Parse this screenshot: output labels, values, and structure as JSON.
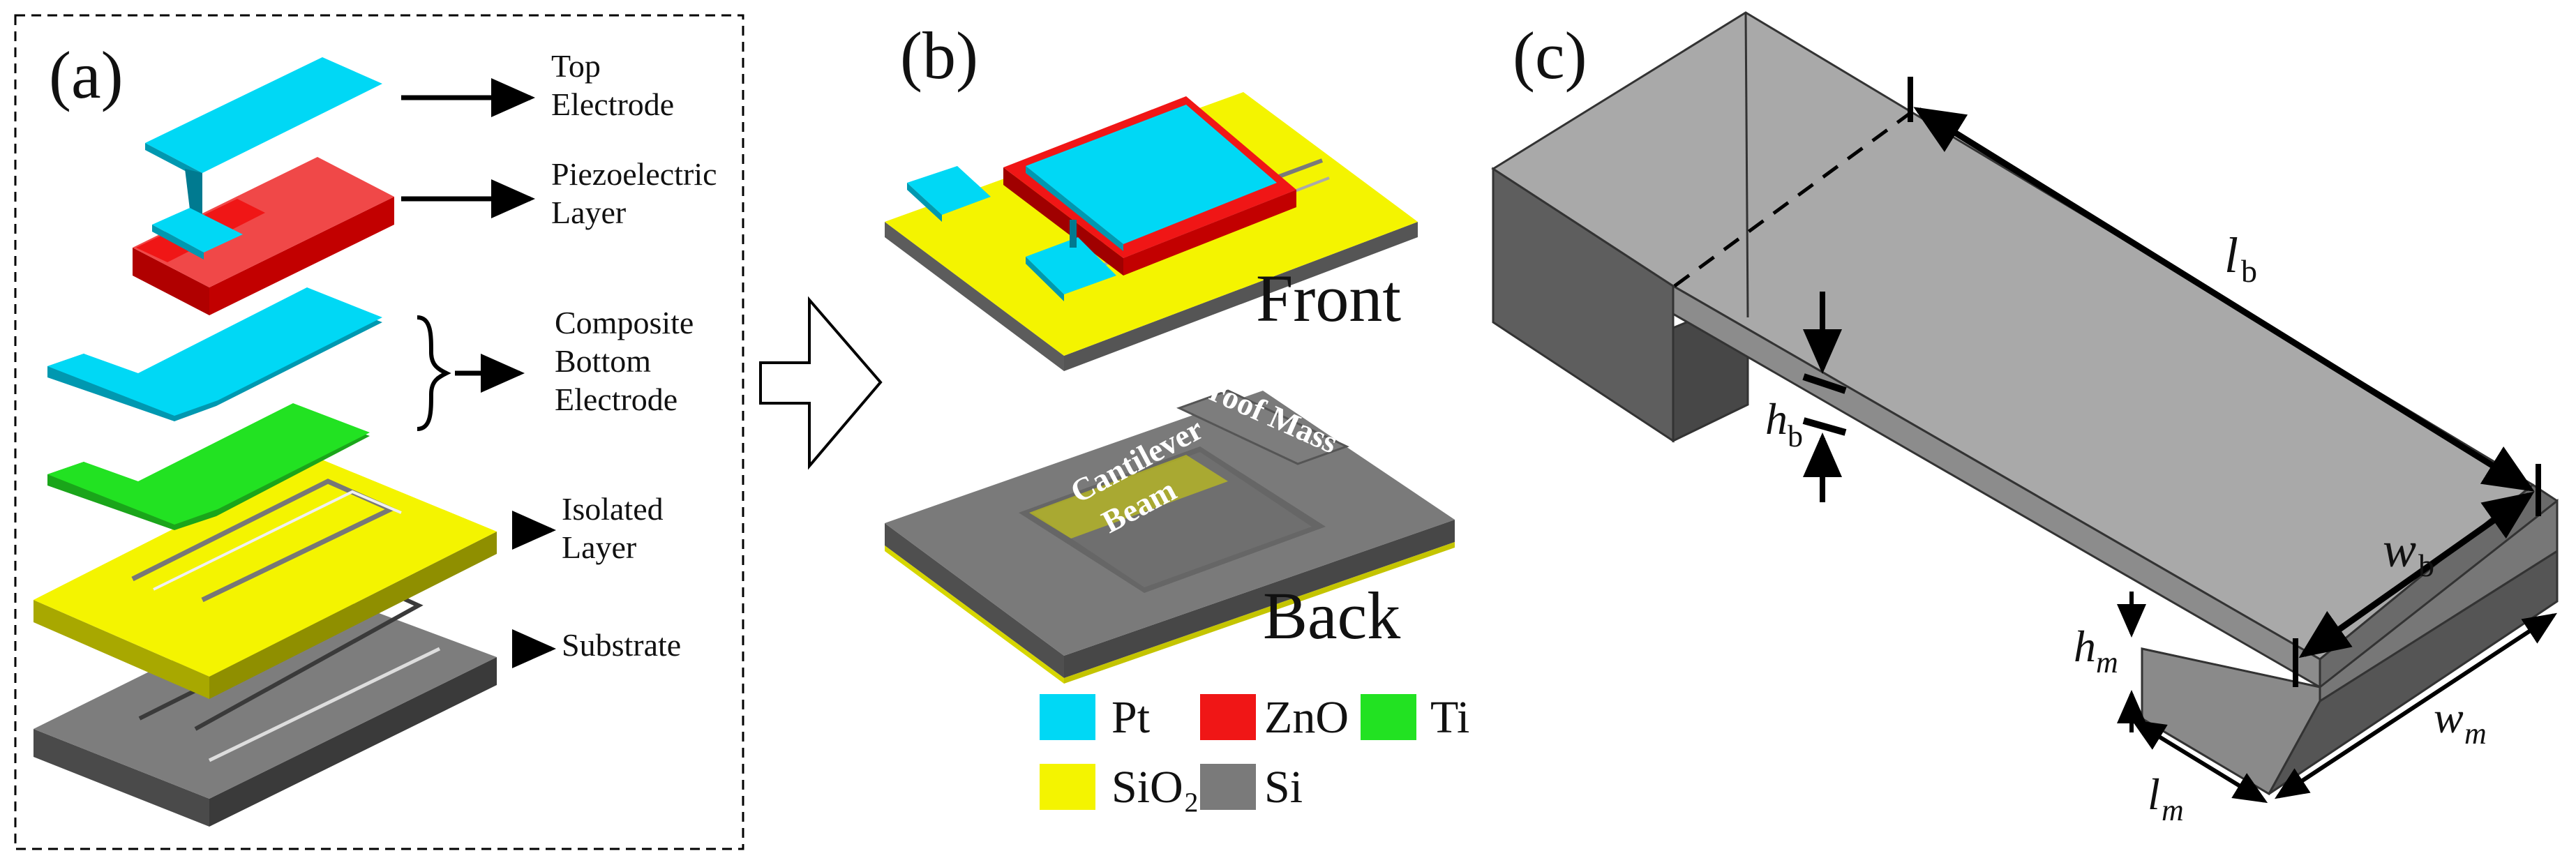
{
  "panel_a": {
    "label": "(a)",
    "layers": [
      {
        "line1": "Top",
        "line2": "Electrode"
      },
      {
        "line1": "Piezoelectric",
        "line2": "Layer"
      },
      {
        "line1": "Composite",
        "line2": "Bottom",
        "line3": "Electrode"
      },
      {
        "line1": "Isolated",
        "line2": "Layer"
      },
      {
        "line1": "Substrate"
      }
    ]
  },
  "panel_b": {
    "label": "(b)",
    "front_label": "Front",
    "back_label": "Back",
    "proof_mass_label": "Proof Mass",
    "cantilever_line1": "Cantilever",
    "cantilever_line2": "Beam",
    "legend": [
      {
        "name": "Pt",
        "color": "#00d8f5"
      },
      {
        "name": "ZnO",
        "color": "#f01616"
      },
      {
        "name": "Ti",
        "color": "#22e222"
      },
      {
        "name": "SiO₂",
        "color": "#f4f400"
      },
      {
        "name": "Si",
        "color": "#7a7a7a"
      }
    ]
  },
  "panel_c": {
    "label": "(c)",
    "dims": {
      "lb": {
        "sym": "l",
        "sub": "b"
      },
      "hb": {
        "sym": "h",
        "sub": "b"
      },
      "wb": {
        "sym": "w",
        "sub": "b"
      },
      "hm": {
        "sym": "h",
        "sub": "m"
      },
      "lm": {
        "sym": "l",
        "sub": "m"
      },
      "wm": {
        "sym": "w",
        "sub": "m"
      }
    }
  },
  "colors": {
    "pt": "#00d8f5",
    "zno": "#f01616",
    "ti": "#22e222",
    "sio2": "#f4f400",
    "si": "#7a7a7a"
  }
}
